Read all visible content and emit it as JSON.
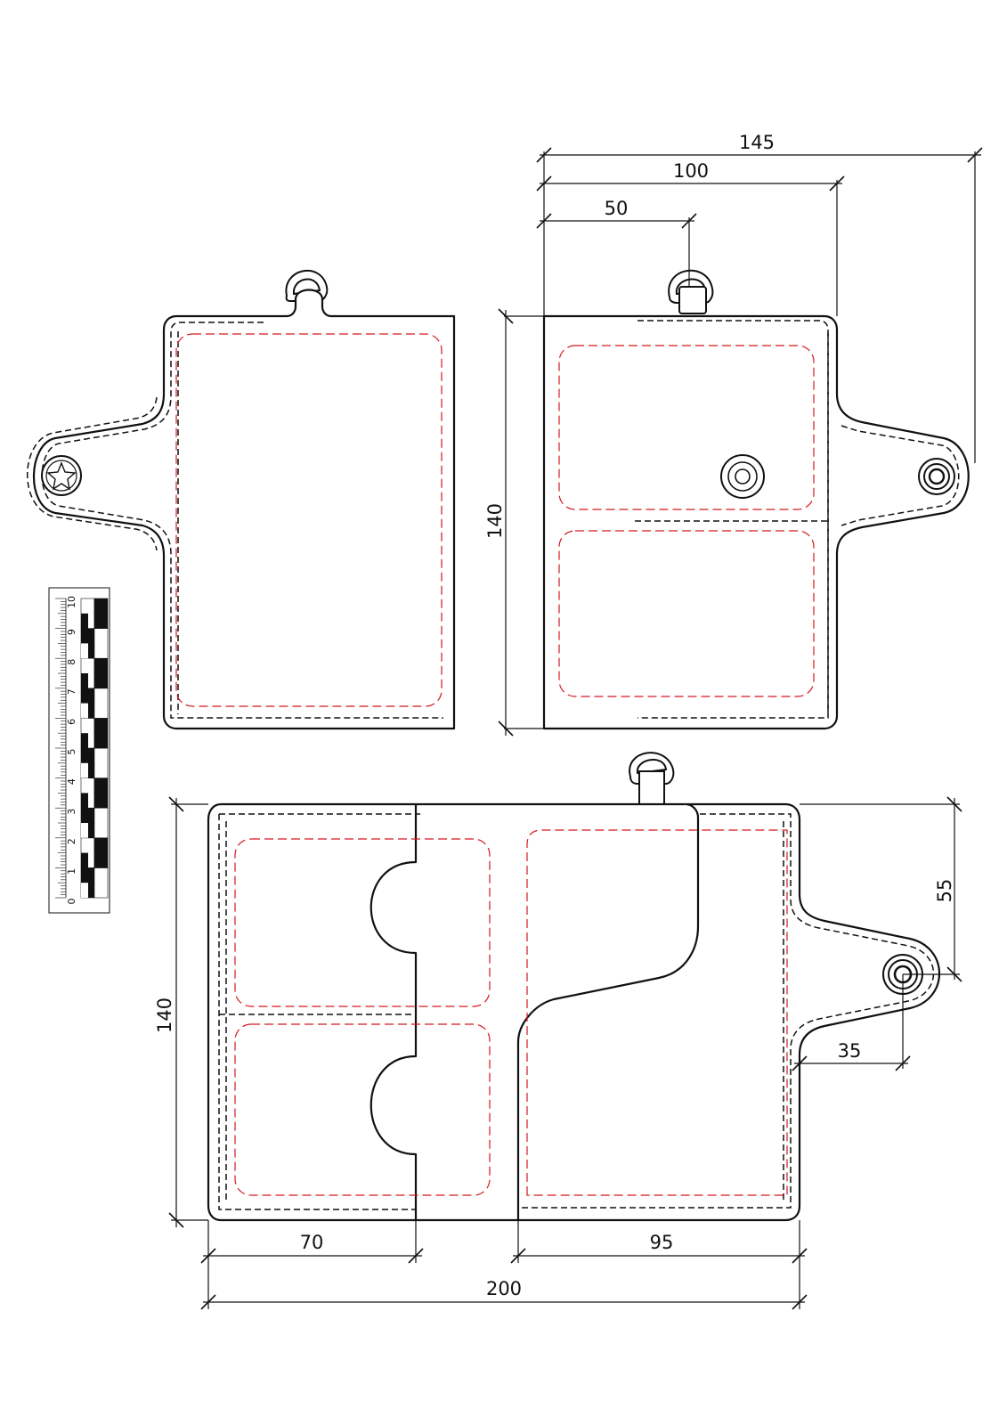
{
  "dimensions": {
    "top_width_total": "145",
    "top_width_body": "100",
    "top_width_half": "50",
    "top_height": "140",
    "bottom_height": "140",
    "bottom_tab_height": "55",
    "bottom_tab_length": "35",
    "bottom_left_pocket": "70",
    "bottom_right_pocket": "95",
    "bottom_total_width": "200"
  },
  "ruler": {
    "labels": [
      "0",
      "1",
      "2",
      "3",
      "4",
      "5",
      "6",
      "7",
      "8",
      "9",
      "10"
    ]
  },
  "icons": {
    "star_snap": "star-icon",
    "snap": "snap-button-icon",
    "ring": "d-ring-icon"
  },
  "colors": {
    "outline": "#111111",
    "red_stitch": "#d3191f"
  }
}
